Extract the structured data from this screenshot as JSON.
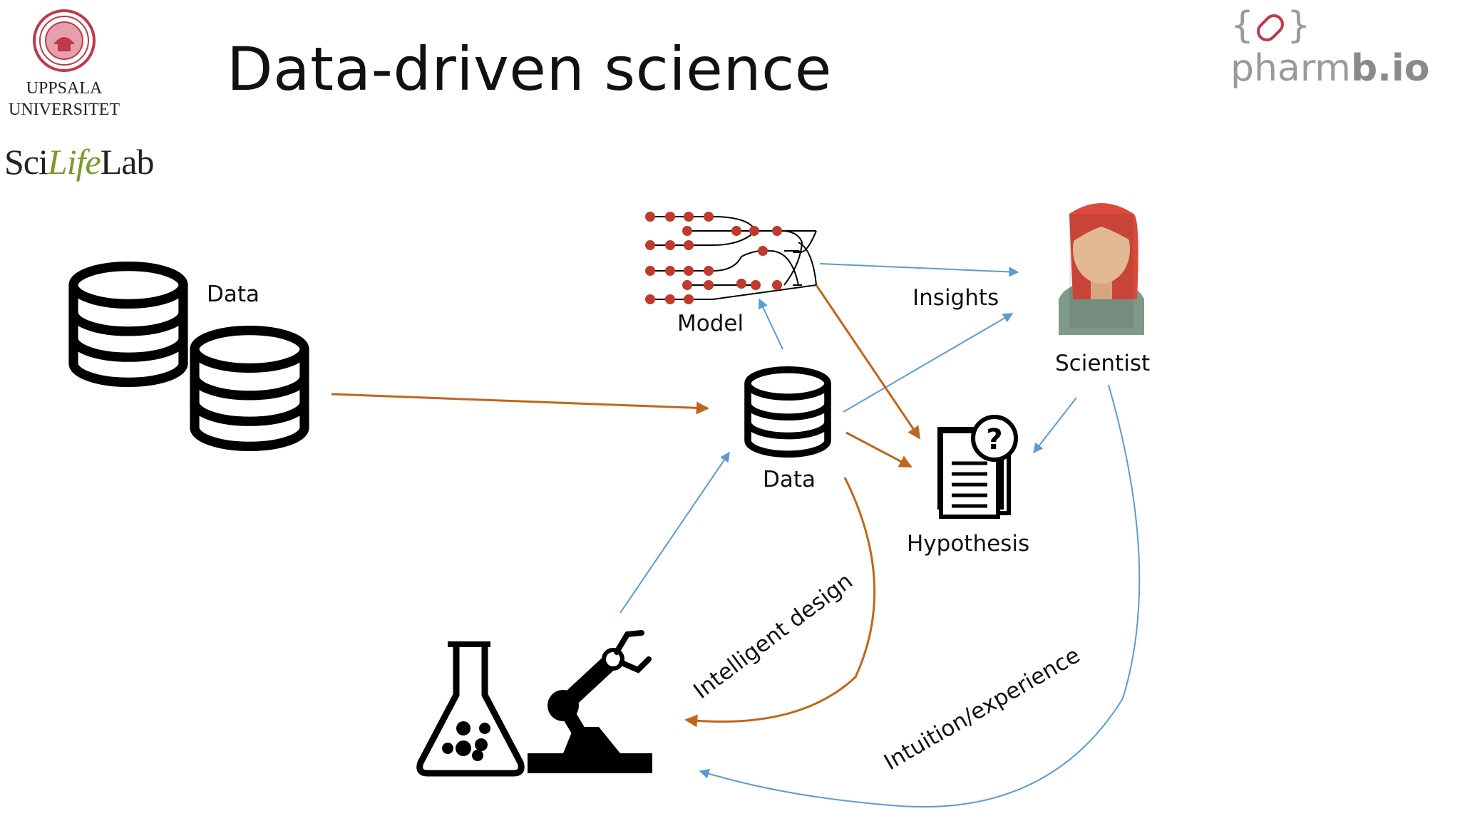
{
  "slide": {
    "title": "Data-driven science"
  },
  "logos": {
    "uppsala_line1": "UPPSALA",
    "uppsala_line2": "UNIVERSITET",
    "scilifelab_sci": "Sci",
    "scilifelab_life": "Life",
    "scilifelab_lab": "Lab",
    "pharmbio_open": "{",
    "pharmbio_close": "}",
    "pharmbio_pharm": "pharm",
    "pharmbio_bio": "b.io"
  },
  "diagram": {
    "nodes": {
      "big_data": "Data",
      "model": "Model",
      "data": "Data",
      "scientist": "Scientist",
      "hypothesis": "Hypothesis"
    },
    "edges": {
      "insights": "Insights",
      "intelligent_design": "Intelligent design",
      "intuition": "Intuition/experience"
    },
    "colors": {
      "orange_arrow": "#c0661a",
      "blue_arrow": "#5b9bd5",
      "model_node": "#c0392b",
      "scientist_hair": "#d94a3c",
      "scientist_skin": "#f6c9a0",
      "scientist_shirt": "#7f9a8a"
    }
  }
}
